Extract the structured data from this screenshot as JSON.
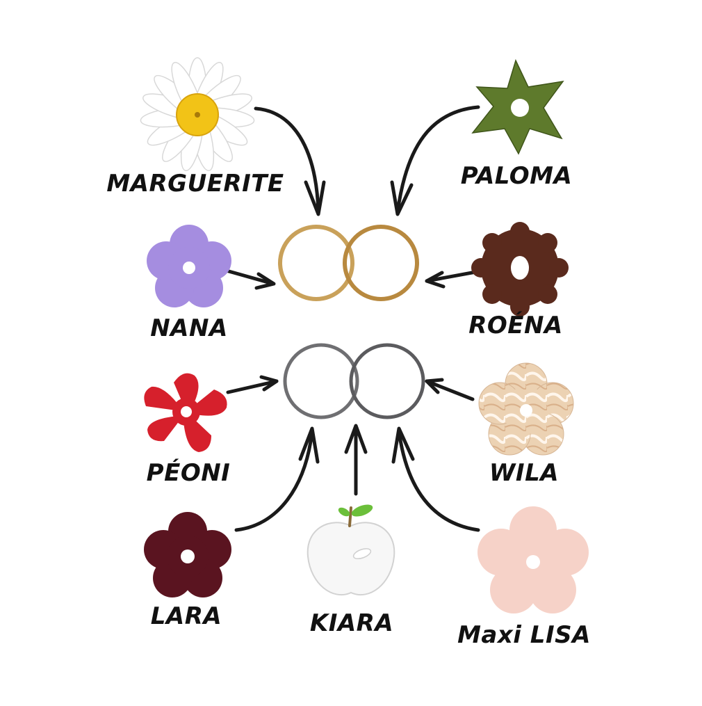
{
  "labels": {
    "marguerite": "MARGUERITE",
    "paloma": "PALOMA",
    "nana": "NANA",
    "roena": "ROÉNA",
    "peoni": "PÉONI",
    "wila": "WILA",
    "lara": "LARA",
    "kiara": "KIARA",
    "maxi_lisa": "Maxi LISA"
  },
  "icons": {
    "marguerite": "daisy-flower-icon",
    "paloma": "star-flower-icon",
    "nana": "five-petal-flower-icon",
    "roena": "round-scalloped-flower-icon",
    "peoni": "pointed-petal-flower-icon",
    "wila": "marbled-flower-icon",
    "lara": "five-petal-flower-icon",
    "kiara": "apple-icon",
    "maxi_lisa": "large-flower-icon"
  },
  "colors": {
    "gold_hoops": "#c9a15a",
    "silver_hoops": "#6f6f72",
    "marguerite_petals": "#ffffff",
    "marguerite_center": "#f2c317",
    "paloma": "#5e7a2c",
    "nana": "#a58de0",
    "roena": "#5a2a1d",
    "peoni": "#d6202c",
    "wila": "#e9c9a6",
    "lara": "#5a1420",
    "kiara": "#f7f7f7",
    "kiara_leaf": "#6bbf3a",
    "maxi_lisa": "#f6d2c8"
  }
}
